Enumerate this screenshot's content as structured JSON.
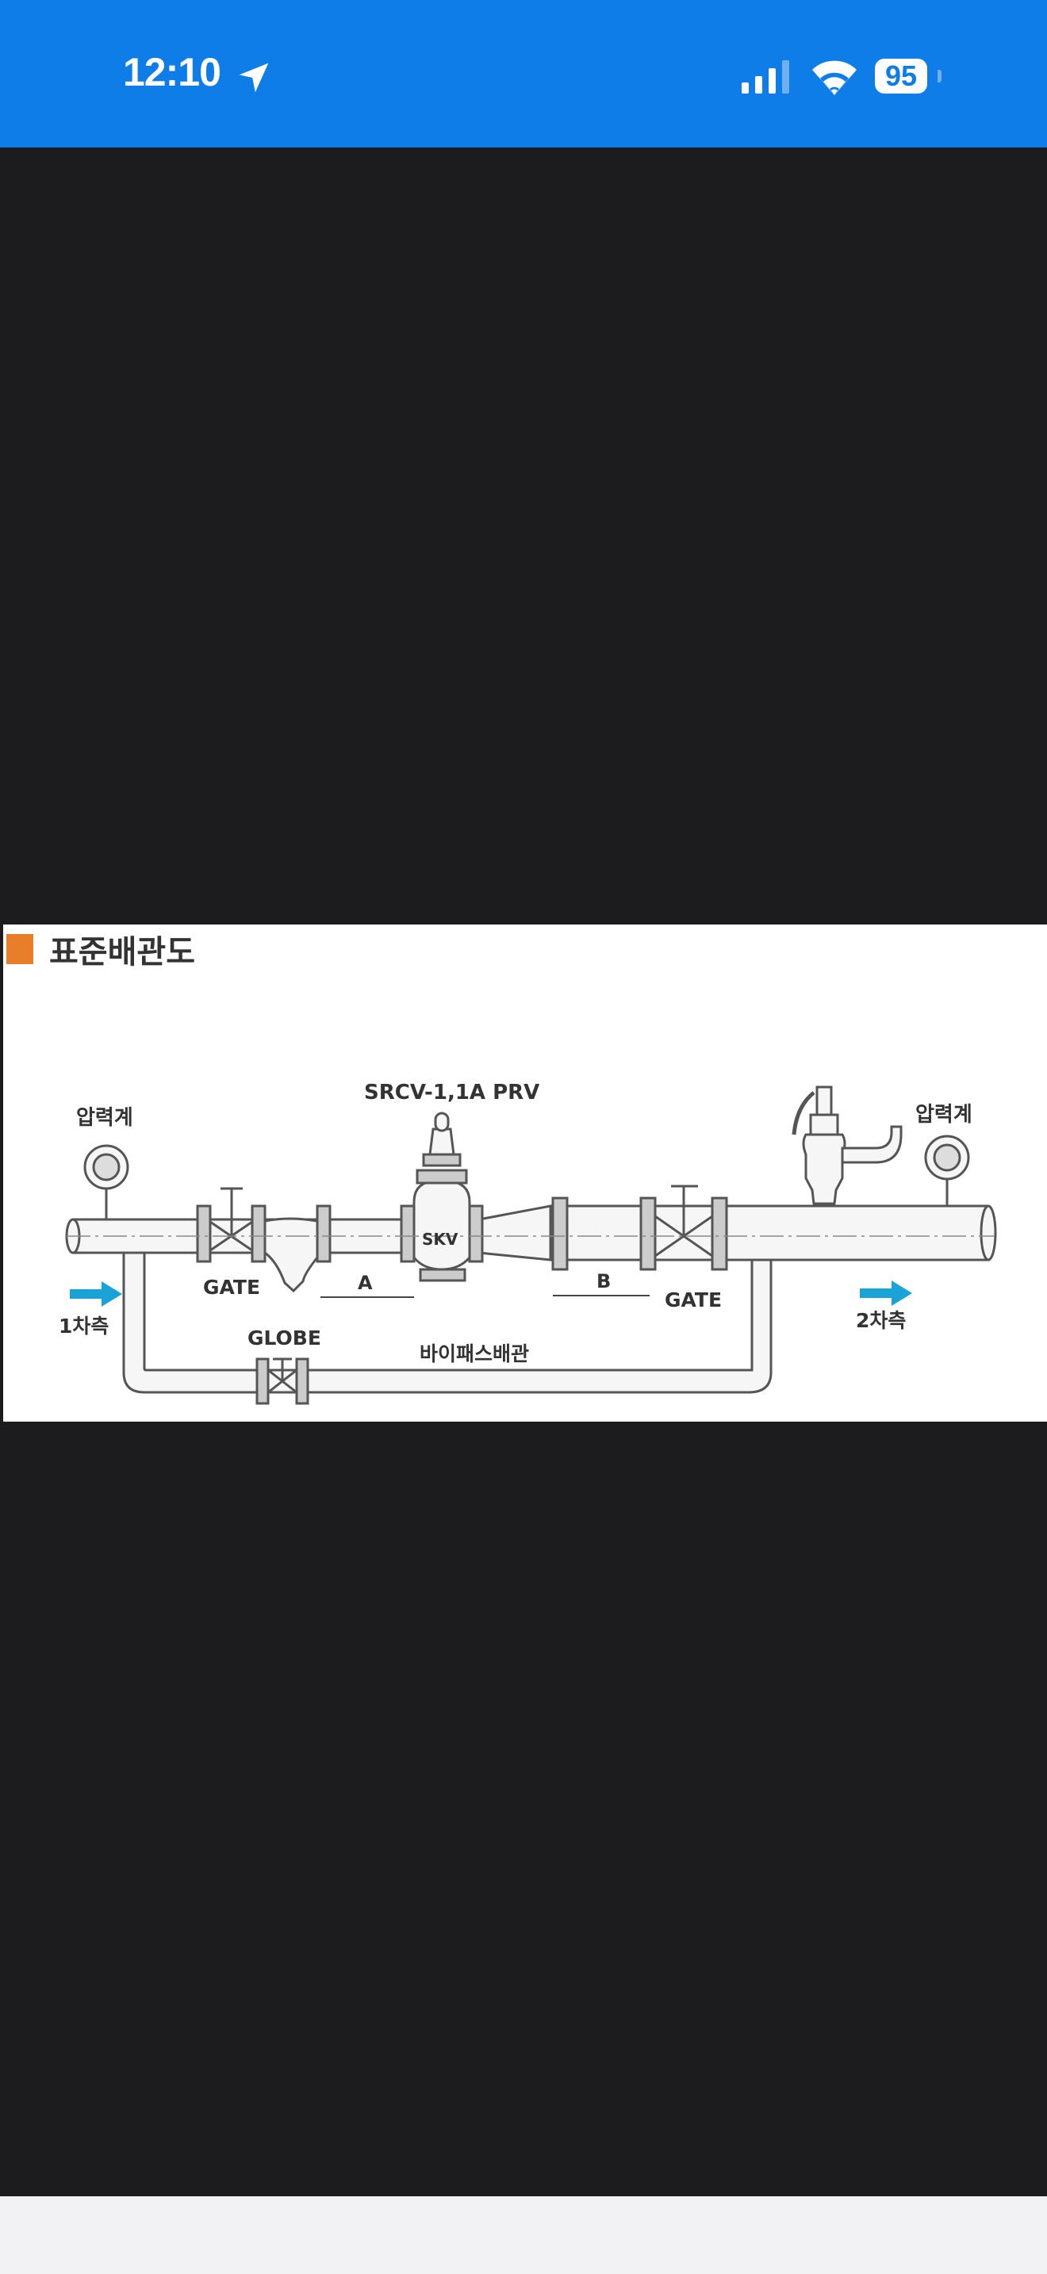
{
  "status_bar": {
    "time": "12:10",
    "battery": "95",
    "icons": [
      "location-arrow-icon",
      "signal-icon",
      "wifi-icon",
      "battery-icon"
    ]
  },
  "diagram": {
    "title": "표준배관도",
    "gauge_left_label": "압력계",
    "gauge_right_label": "압력계",
    "prv_label": "SRCV-1,1A PRV",
    "skv_label": "SKV",
    "gate_left_label": "GATE",
    "gate_right_label": "GATE",
    "dim_a_label": "A",
    "dim_b_label": "B",
    "globe_label": "GLOBE",
    "bypass_label": "바이패스배관",
    "inlet_label": "1차측",
    "outlet_label": "2차측",
    "accent_color": "#e87d2a",
    "arrow_color": "#1aa3d6"
  }
}
